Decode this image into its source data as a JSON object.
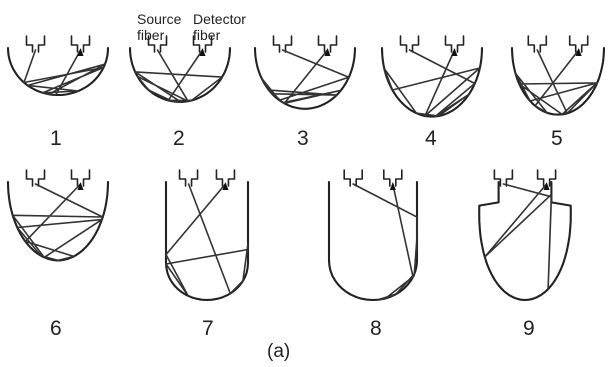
{
  "annotations": {
    "source_fiber": [
      "Source",
      "fiber"
    ],
    "detector_fiber": [
      "Detector",
      "fiber"
    ]
  },
  "figure_labels": [
    "1",
    "2",
    "3",
    "4",
    "5",
    "6",
    "7",
    "8",
    "9"
  ],
  "caption": "(a)",
  "colors": {
    "ink": "#222222",
    "background": "#ffffff"
  }
}
